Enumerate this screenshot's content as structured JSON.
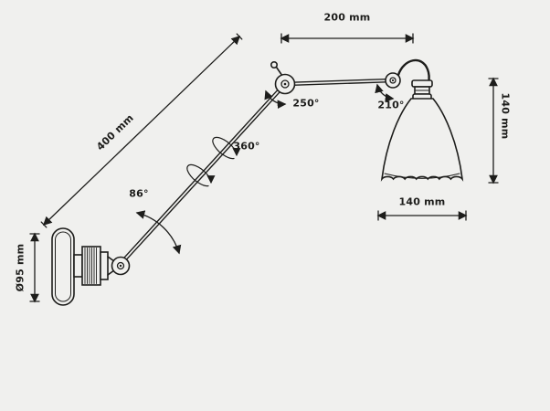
{
  "diagram": {
    "type": "technical-drawing",
    "subject": "Wall-mounted articulated swing-arm lamp",
    "dimensions": {
      "upper_arm_length": "200 mm",
      "lower_arm_length": "400 mm",
      "shade_height": "140 mm",
      "shade_diameter": "140 mm",
      "wall_base_diameter": "Ø95 mm"
    },
    "angles": {
      "elbow_rotation": "250°",
      "shade_rotation": "210°",
      "arm_axial_rotation": "360°",
      "base_swing": "86°"
    },
    "colors": {
      "background": "#f0f0ee",
      "line": "#1d1d1b"
    }
  }
}
